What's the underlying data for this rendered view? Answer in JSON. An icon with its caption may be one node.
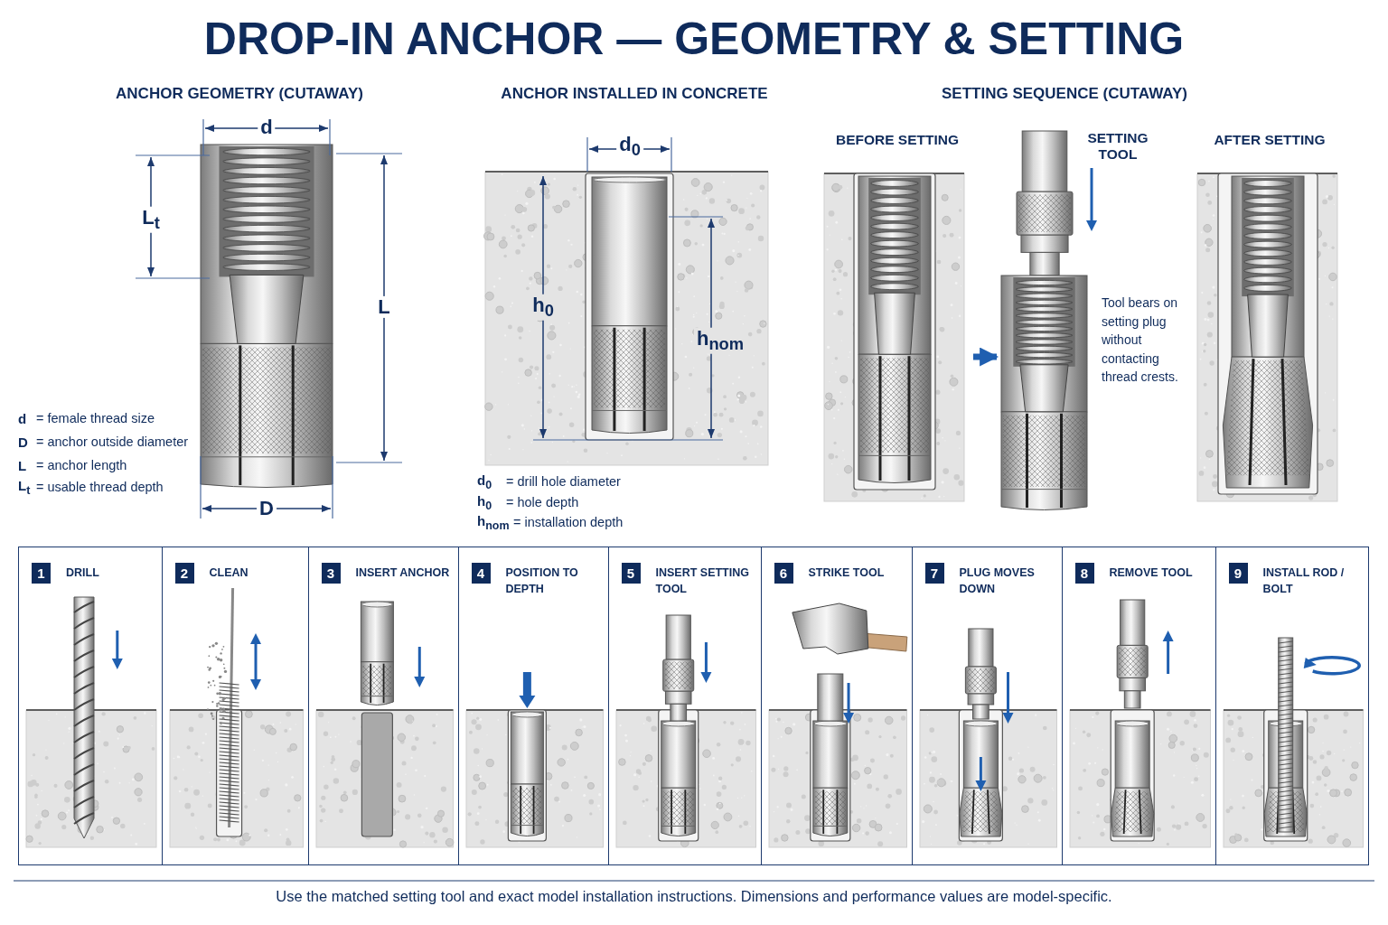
{
  "diagram": {
    "title": "DROP-IN ANCHOR — GEOMETRY & SETTING",
    "caption": "Use the matched setting tool and exact model installation instructions. Dimensions and performance values are model-specific.",
    "nodes": [
      {
        "text": [
          "BEFORE SETTING"
        ]
      },
      {
        "text": [
          "SETTING TOOL",
          "Tool bears on setting plug without contacting thread crests."
        ]
      },
      {
        "text": [
          "AFTER SETTING"
        ]
      },
      {
        "text": [
          "1",
          "DRILL"
        ]
      },
      {
        "text": [
          "2",
          "CLEAN"
        ]
      },
      {
        "text": [
          "3",
          "INSERT ANCHOR"
        ]
      },
      {
        "text": [
          "4",
          "POSITION TO DEPTH"
        ]
      },
      {
        "text": [
          "5",
          "INSERT SETTING TOOL"
        ]
      },
      {
        "text": [
          "6",
          "STRIKE TOOL"
        ]
      },
      {
        "text": [
          "7",
          "PLUG MOVES DOWN"
        ]
      },
      {
        "text": [
          "8",
          "REMOVE TOOL"
        ]
      },
      {
        "text": [
          "9",
          "INSTALL ROD / BOLT"
        ]
      }
    ],
    "edges": [
      {
        "from": 0,
        "to": 1,
        "arrow": "to"
      }
    ],
    "labels": [
      "ANCHOR GEOMETRY (CUTAWAY)",
      "ANCHOR INSTALLED IN CONCRETE",
      "SETTING SEQUENCE (CUTAWAY)",
      "d",
      "L$_{t}$",
      "L",
      "d",
      "= female thread size",
      "D",
      "= anchor outside diameter",
      "L",
      "= anchor length",
      "L$_{t}$",
      "= usable thread depth",
      "D",
      "d$_{0}$",
      "h$_{0}$",
      "h$_{nom}$",
      "d$_{0}$",
      "= drill hole diameter",
      "h$_{0}$",
      "= hole depth",
      "h$_{nom}$",
      "= installation depth"
    ]
  }
}
